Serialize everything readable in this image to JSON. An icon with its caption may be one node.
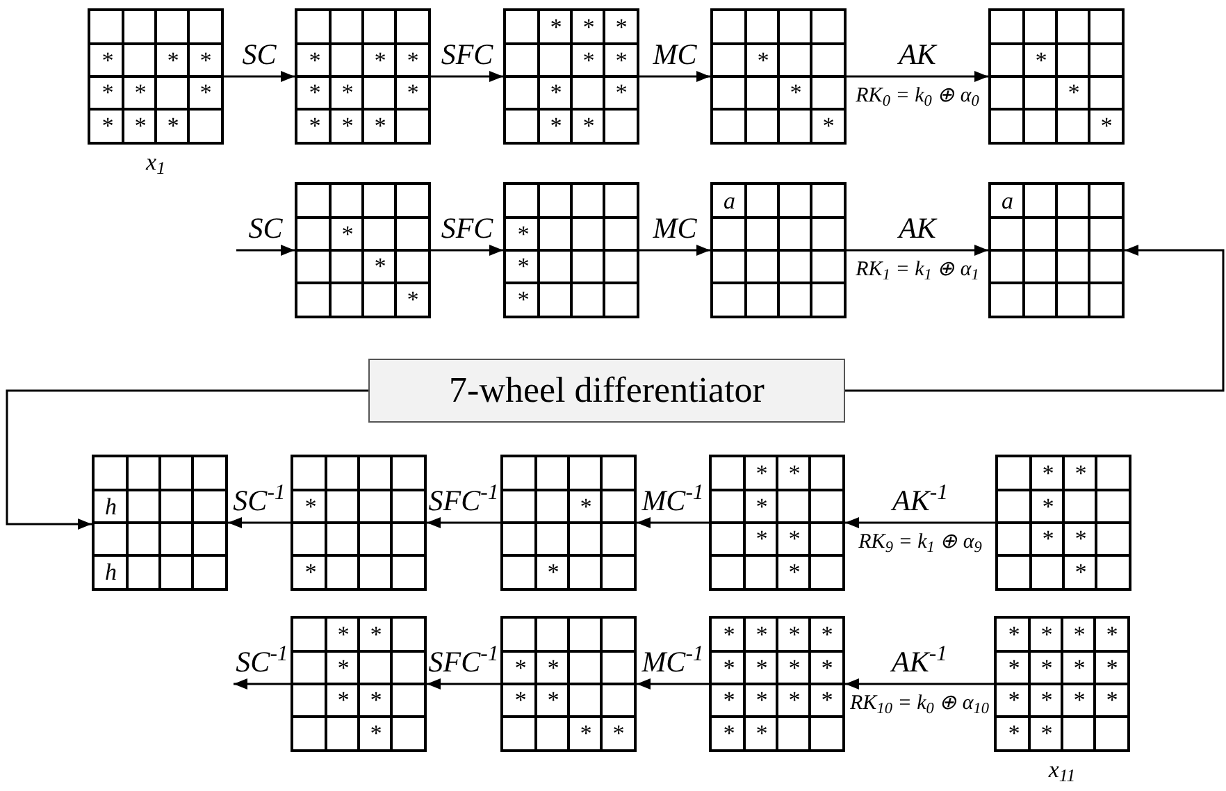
{
  "diagram": {
    "nodes": [
      {
        "text": [
          "*",
          "*",
          "*",
          "*",
          "*",
          "*",
          "*",
          "*",
          "*"
        ],
        "beside": [
          "x$_{1}$"
        ]
      },
      {
        "text": [
          "*",
          "*",
          "*",
          "*",
          "*",
          "*",
          "*",
          "*",
          "*"
        ]
      },
      {
        "text": [
          "*",
          "*",
          "*",
          "*",
          "*",
          "*",
          "*",
          "*",
          "*"
        ]
      },
      {
        "text": [
          "*",
          "*",
          "*"
        ]
      },
      {
        "text": [
          "*",
          "*",
          "*"
        ]
      },
      {
        "text": [
          "*",
          "*",
          "*"
        ]
      },
      {
        "text": [
          "*",
          "*",
          "*"
        ]
      },
      {
        "text": [
          "a"
        ]
      },
      {
        "text": [
          "a"
        ]
      },
      {
        "text": [
          "7-wheel differentiator"
        ]
      },
      {
        "text": [
          "h",
          "h"
        ]
      },
      {
        "text": [
          "*",
          "*"
        ]
      },
      {
        "text": [
          "*",
          "*"
        ]
      },
      {
        "text": [
          "*",
          "*",
          "*",
          "*",
          "*",
          "*"
        ]
      },
      {
        "text": [
          "*",
          "*",
          "*",
          "*",
          "*",
          "*"
        ]
      },
      {
        "text": [
          "*",
          "*",
          "*",
          "*",
          "*",
          "*"
        ]
      },
      {
        "text": [
          "*",
          "*",
          "*",
          "*",
          "*",
          "*"
        ]
      },
      {
        "text": [
          "*",
          "*",
          "*",
          "*",
          "*",
          "*",
          "*",
          "*",
          "*",
          "*",
          "*",
          "*",
          "*",
          "*"
        ]
      },
      {
        "text": [
          "*",
          "*",
          "*",
          "*",
          "*",
          "*",
          "*",
          "*",
          "*",
          "*",
          "*",
          "*",
          "*",
          "*"
        ],
        "beside": [
          "x$_{11}$"
        ]
      }
    ],
    "edges": [
      {
        "from": 0,
        "to": 1,
        "arrow": "to",
        "label": "SC"
      },
      {
        "from": 1,
        "to": 2,
        "arrow": "to",
        "label": "SFC"
      },
      {
        "from": 2,
        "to": 3,
        "arrow": "to",
        "label": "MC"
      },
      {
        "from": 3,
        "to": 4,
        "arrow": "to",
        "label": "AK"
      },
      {
        "from": null,
        "to": 5,
        "arrow": "to",
        "label": "SC"
      },
      {
        "from": 5,
        "to": 6,
        "arrow": "to",
        "label": "SFC"
      },
      {
        "from": 6,
        "to": 7,
        "arrow": "to",
        "label": "MC"
      },
      {
        "from": 7,
        "to": 8,
        "arrow": "to",
        "label": "AK"
      },
      {
        "from": 9,
        "to": 8,
        "arrow": "to"
      },
      {
        "from": 9,
        "to": 10,
        "arrow": "to"
      },
      {
        "from": 14,
        "to": 13,
        "arrow": "to",
        "label": "AK$^{-1}$"
      },
      {
        "from": 13,
        "to": 12,
        "arrow": "to",
        "label": "MC$^{-1}$"
      },
      {
        "from": 12,
        "to": 11,
        "arrow": "to",
        "label": "SFC$^{-1}$"
      },
      {
        "from": 11,
        "to": 10,
        "arrow": "to",
        "label": "SC$^{-1}$"
      },
      {
        "from": 18,
        "to": 17,
        "arrow": "to",
        "label": "AK$^{-1}$"
      },
      {
        "from": 17,
        "to": 16,
        "arrow": "to",
        "label": "MC$^{-1}$"
      },
      {
        "from": 16,
        "to": 15,
        "arrow": "to",
        "label": "SFC$^{-1}$"
      },
      {
        "from": 15,
        "to": null,
        "arrow": "to",
        "label": "SC$^{-1}$"
      }
    ],
    "labels": [
      "RK$_{0}$ = k$_{0}$ ⊕ α$_{0}$",
      "RK$_{1}$ = k$_{1}$ ⊕ α$_{1}$",
      "RK$_{9}$ = k$_{1}$ ⊕ α$_{9}$",
      "RK$_{10}$ = k$_{0}$ ⊕ α$_{10}$"
    ]
  }
}
